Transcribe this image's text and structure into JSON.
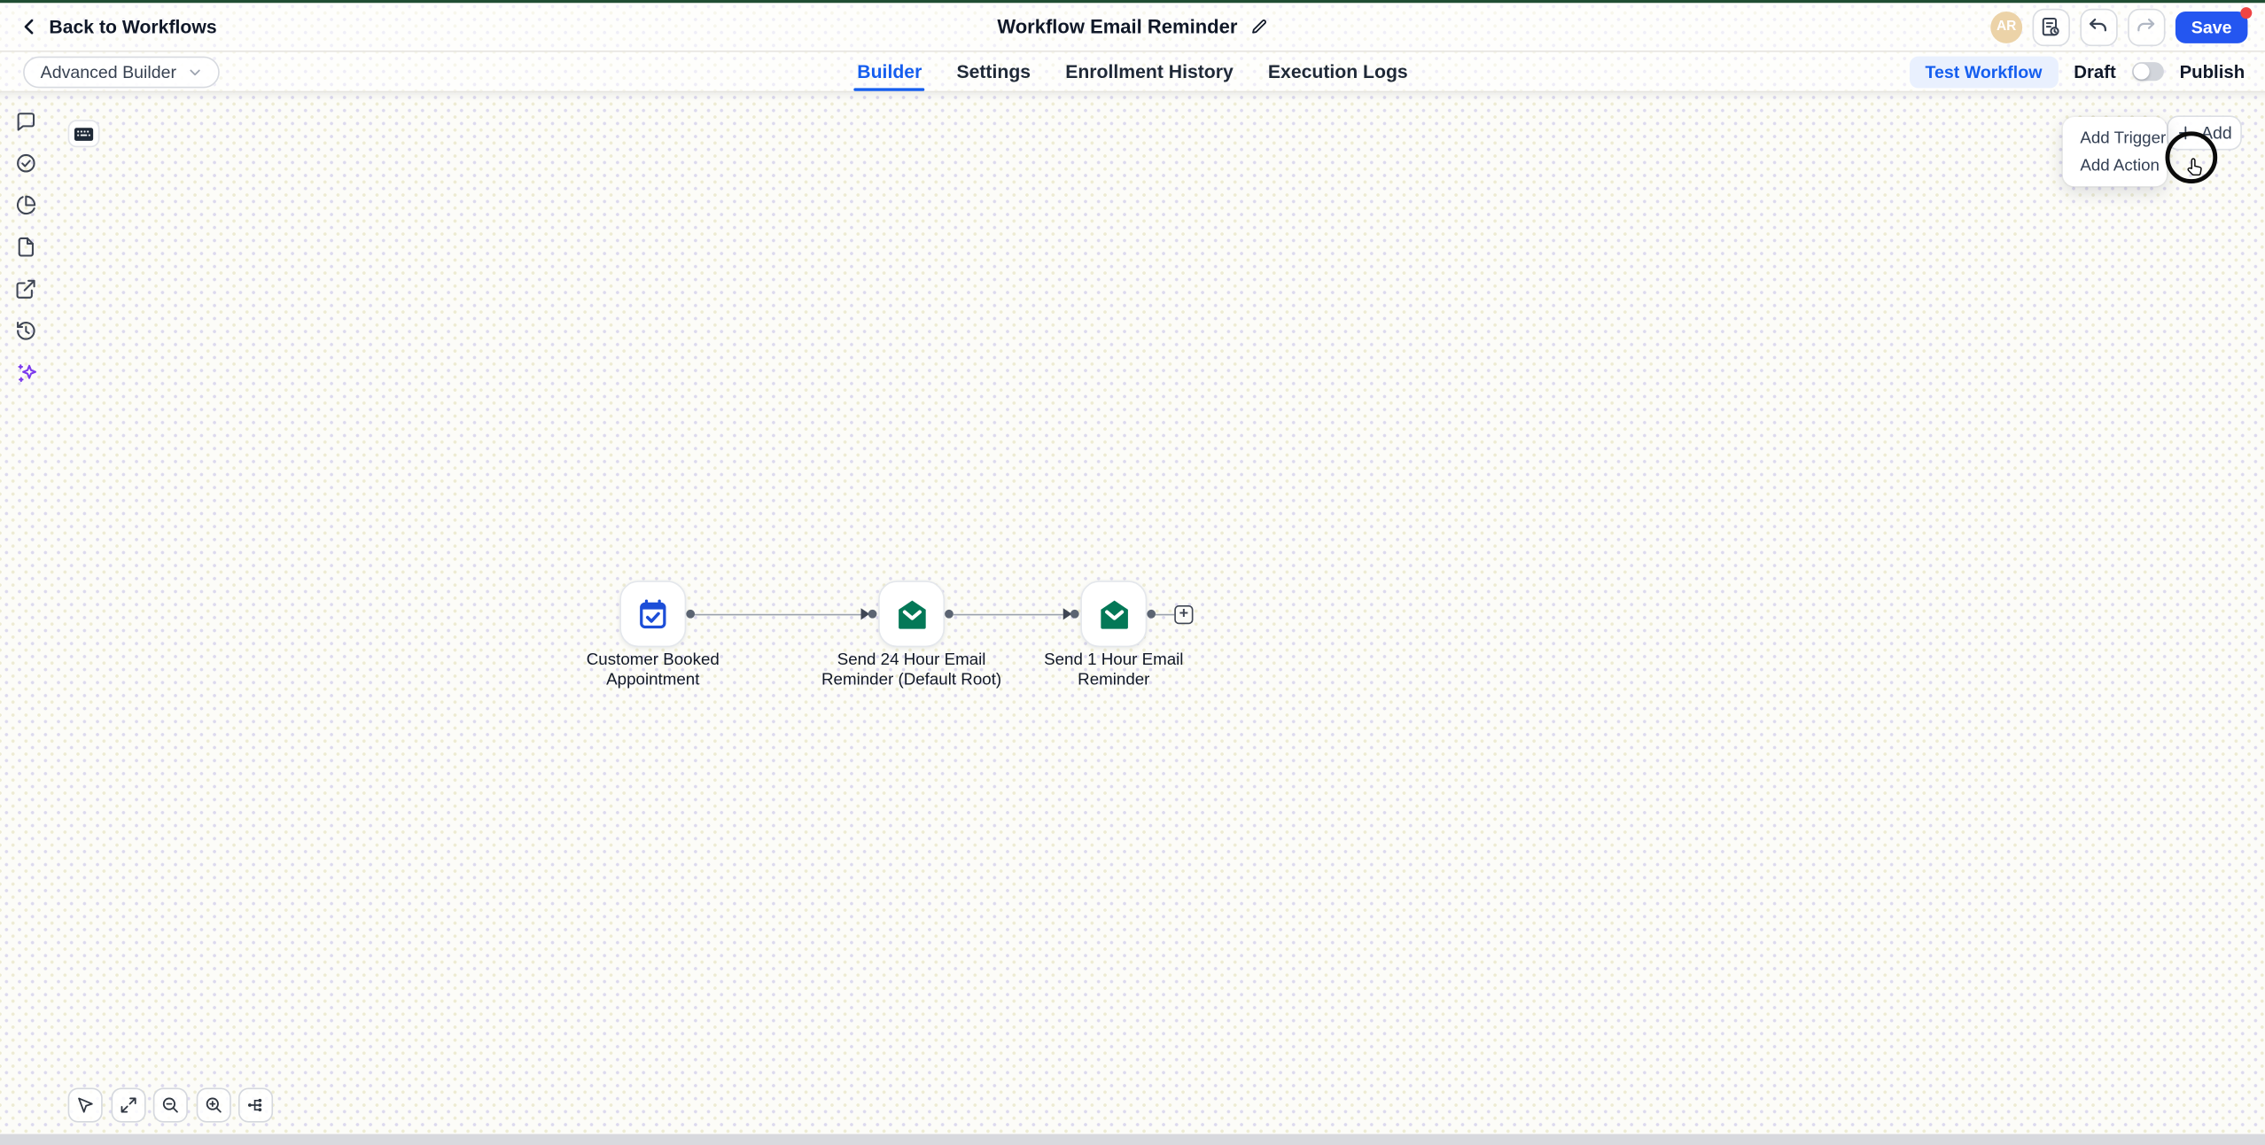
{
  "topbar": {
    "back_label": "Back to Workflows",
    "title": "Workflow Email Reminder",
    "avatar_initials": "AR",
    "save_label": "Save"
  },
  "subnav": {
    "builder_mode_label": "Advanced Builder",
    "tabs": {
      "builder": "Builder",
      "settings": "Settings",
      "enrollment_history": "Enrollment History",
      "execution_logs": "Execution Logs"
    },
    "active_tab": "Builder",
    "test_workflow_label": "Test Workflow",
    "draft_label": "Draft",
    "publish_label": "Publish",
    "draft_toggle_state": "off"
  },
  "canvas": {
    "add_button_label": "Add",
    "add_menu": {
      "trigger_label": "Add Trigger",
      "action_label": "Add Action"
    },
    "nodes": [
      {
        "line1": "Customer Booked",
        "line2": "Appointment"
      },
      {
        "line1": "Send 24 Hour Email",
        "line2": "Reminder (Default Root)"
      },
      {
        "line1": "Send 1 Hour Email",
        "line2": "Reminder"
      }
    ],
    "insert_plus_label": "+"
  },
  "colors": {
    "accent_blue": "#155eef",
    "save_blue": "#2456f0",
    "trigger_icon_blue": "#1d4ed8",
    "action_icon_green": "#047857",
    "top_line_green": "#1f4d32",
    "notification_red": "#ef4444",
    "avatar_tan": "#ecd3a8",
    "ai_purple": "#7c3aed"
  }
}
